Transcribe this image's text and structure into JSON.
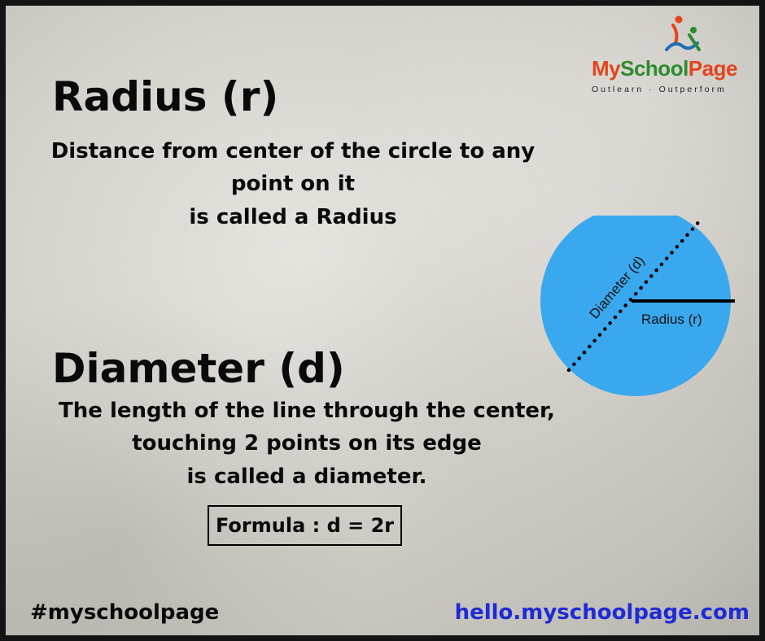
{
  "radius": {
    "heading": "Radius (r)",
    "lines": [
      "Distance from center of the circle to any",
      "point on it",
      "is called a Radius"
    ]
  },
  "diameter": {
    "heading": "Diameter (d)",
    "lines": [
      "The length of the line through the center,",
      "touching 2 points on its edge",
      "is called a diameter."
    ]
  },
  "formula": "Formula : d = 2r",
  "diagram": {
    "diameter_label": "Diameter (d)",
    "radius_label": "Radius (r)",
    "circle_color": "#3aa8ee"
  },
  "logo": {
    "name_part1": "My",
    "name_part2": "School",
    "name_part3": "Page",
    "tagline": "Outlearn  ·  Outperform",
    "colors": {
      "orange": "#e4441c",
      "green": "#2e8b2e"
    }
  },
  "footer": {
    "hashtag": "#myschoolpage",
    "website": "hello.myschoolpage.com"
  }
}
